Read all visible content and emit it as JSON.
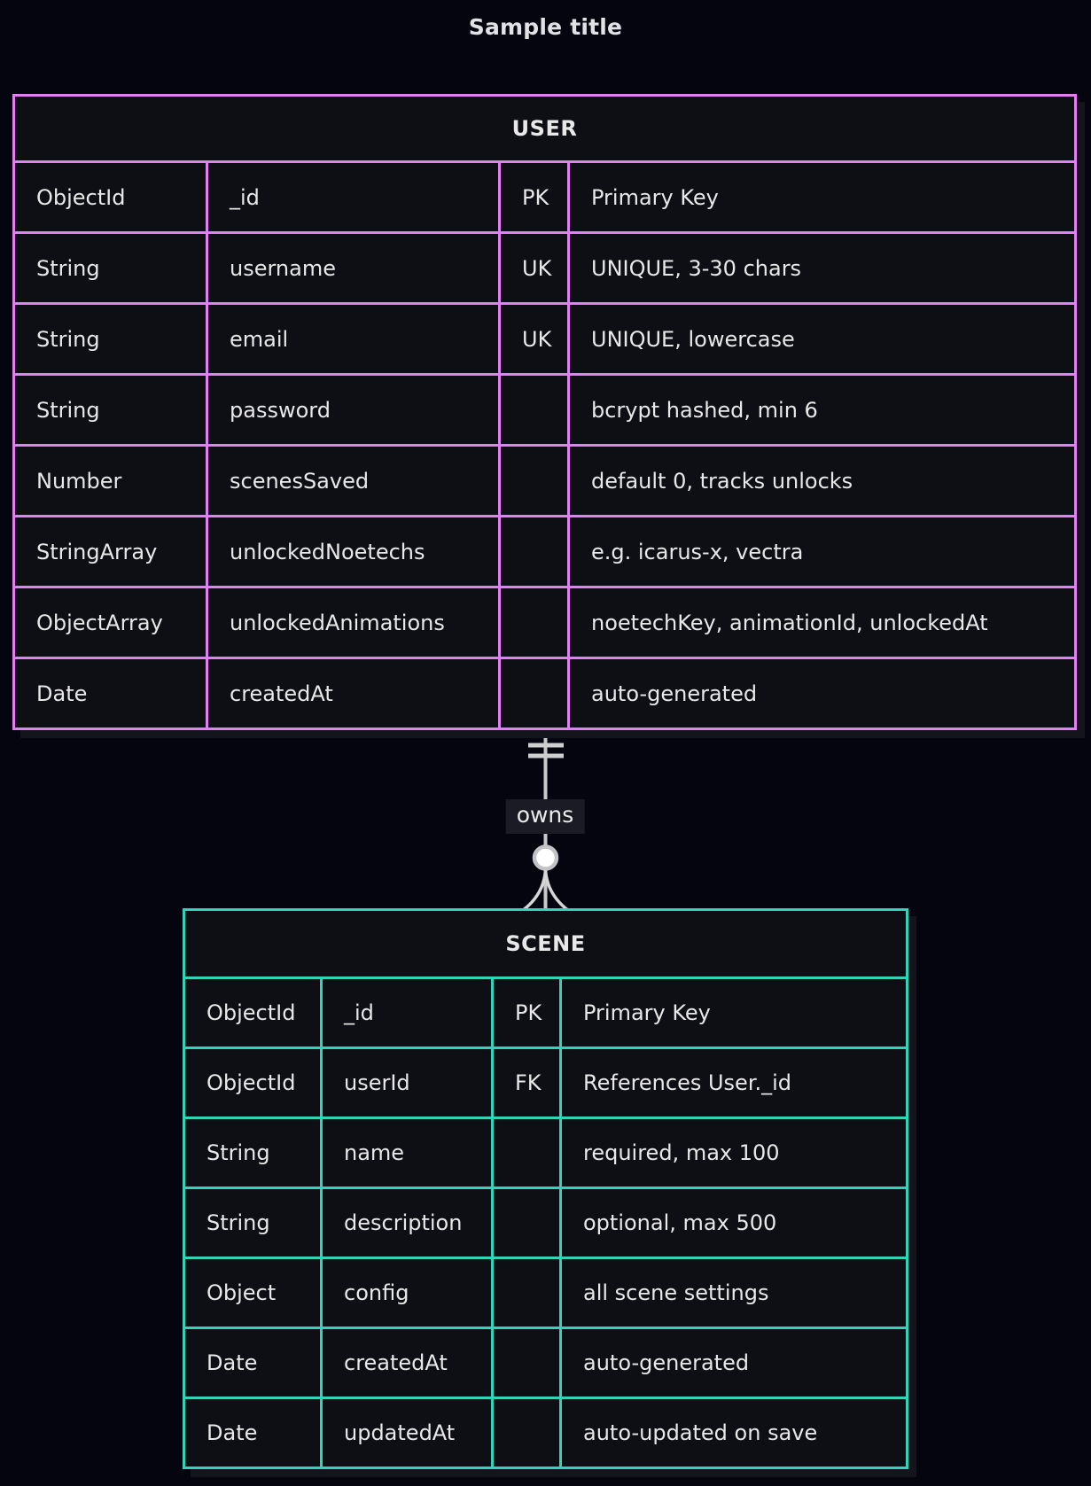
{
  "diagram_title": "Sample title",
  "colors": {
    "background": "#05050f",
    "cell_background": "#0e0e15",
    "user_border": "#e47ef2",
    "scene_border": "#2fd4b9",
    "text": "#e8e8e8",
    "relationship_line": "#c9c9cb",
    "label_background": "#1b1b26"
  },
  "relationship": {
    "label": "owns",
    "from_entity": "USER",
    "to_entity": "SCENE",
    "from_cardinality": "exactly-one",
    "to_cardinality": "zero-or-many"
  },
  "entities": {
    "user": {
      "title": "USER",
      "rows": [
        {
          "type": "ObjectId",
          "name": "_id",
          "key": "PK",
          "comment": "Primary Key"
        },
        {
          "type": "String",
          "name": "username",
          "key": "UK",
          "comment": "UNIQUE, 3-30 chars"
        },
        {
          "type": "String",
          "name": "email",
          "key": "UK",
          "comment": "UNIQUE, lowercase"
        },
        {
          "type": "String",
          "name": "password",
          "key": "",
          "comment": "bcrypt hashed, min 6"
        },
        {
          "type": "Number",
          "name": "scenesSaved",
          "key": "",
          "comment": "default 0, tracks unlocks"
        },
        {
          "type": "StringArray",
          "name": "unlockedNoetechs",
          "key": "",
          "comment": "e.g. icarus-x, vectra"
        },
        {
          "type": "ObjectArray",
          "name": "unlockedAnimations",
          "key": "",
          "comment": "noetechKey, animationId, unlockedAt"
        },
        {
          "type": "Date",
          "name": "createdAt",
          "key": "",
          "comment": "auto-generated"
        }
      ]
    },
    "scene": {
      "title": "SCENE",
      "rows": [
        {
          "type": "ObjectId",
          "name": "_id",
          "key": "PK",
          "comment": "Primary Key"
        },
        {
          "type": "ObjectId",
          "name": "userId",
          "key": "FK",
          "comment": "References User._id"
        },
        {
          "type": "String",
          "name": "name",
          "key": "",
          "comment": "required, max 100"
        },
        {
          "type": "String",
          "name": "description",
          "key": "",
          "comment": "optional, max 500"
        },
        {
          "type": "Object",
          "name": "config",
          "key": "",
          "comment": "all scene settings"
        },
        {
          "type": "Date",
          "name": "createdAt",
          "key": "",
          "comment": "auto-generated"
        },
        {
          "type": "Date",
          "name": "updatedAt",
          "key": "",
          "comment": "auto-updated on save"
        }
      ]
    }
  }
}
